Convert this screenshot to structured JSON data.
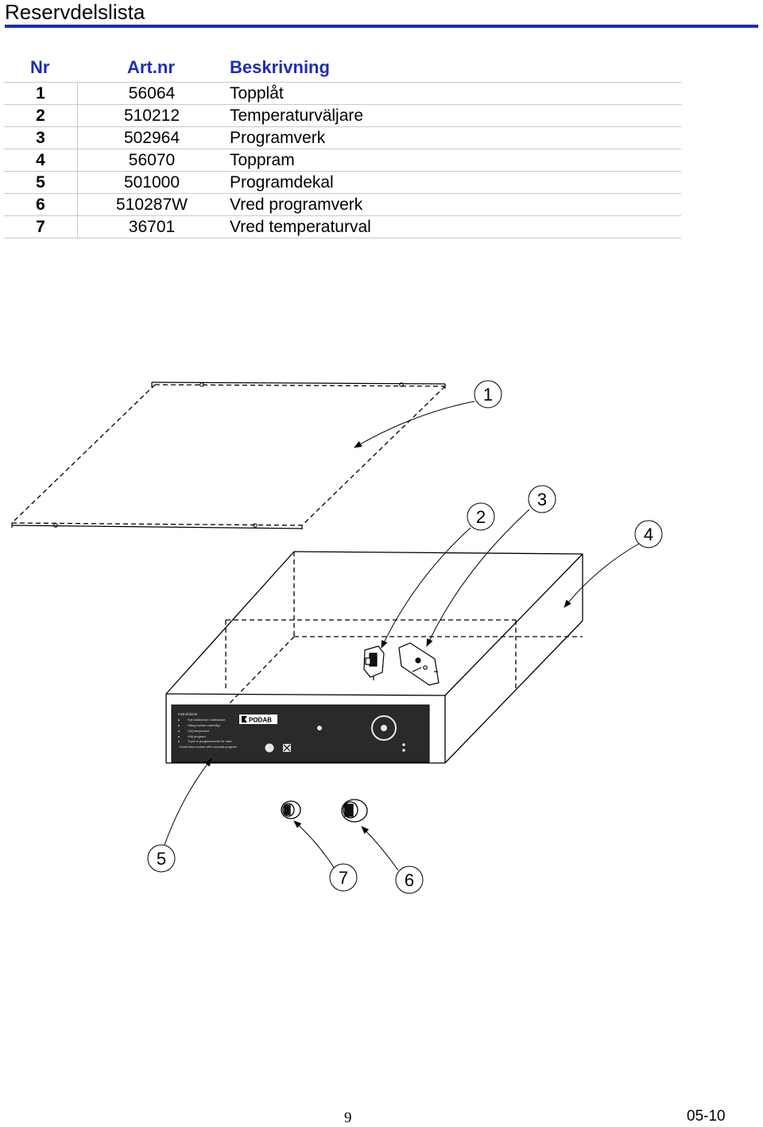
{
  "title": "Reservdelslista",
  "headers": {
    "nr": "Nr",
    "art": "Art.nr",
    "desc": "Beskrivning"
  },
  "rows": [
    {
      "nr": "1",
      "art": "56064",
      "desc": "Topplåt"
    },
    {
      "nr": "2",
      "art": "510212",
      "desc": "Temperaturväljare"
    },
    {
      "nr": "3",
      "art": "502964",
      "desc": "Programverk"
    },
    {
      "nr": "4",
      "art": "56070",
      "desc": "Toppram"
    },
    {
      "nr": "5",
      "art": "501000",
      "desc": "Programdekal"
    },
    {
      "nr": "6",
      "art": "510287W",
      "desc": "Vred programverk"
    },
    {
      "nr": "7",
      "art": "36701",
      "desc": "Vred temperaturval"
    }
  ],
  "callouts": [
    "1",
    "2",
    "3",
    "4",
    "5",
    "7",
    "6"
  ],
  "panel": {
    "brand": "PODAB",
    "instructions_title": "Instruktioner",
    "bullets": [
      "Fyll tvättmedel i tvättfacket",
      "Stäng luckan ordentligt",
      "Välj temperatur",
      "Välj program",
      "Tryck in programvredet för start"
    ],
    "footer": "Kontrollera luckan efter avslutat program"
  },
  "footer": {
    "page": "9",
    "date": "05-10"
  },
  "colors": {
    "accent": "#1d2db8",
    "rule": "#c9c9c9"
  }
}
